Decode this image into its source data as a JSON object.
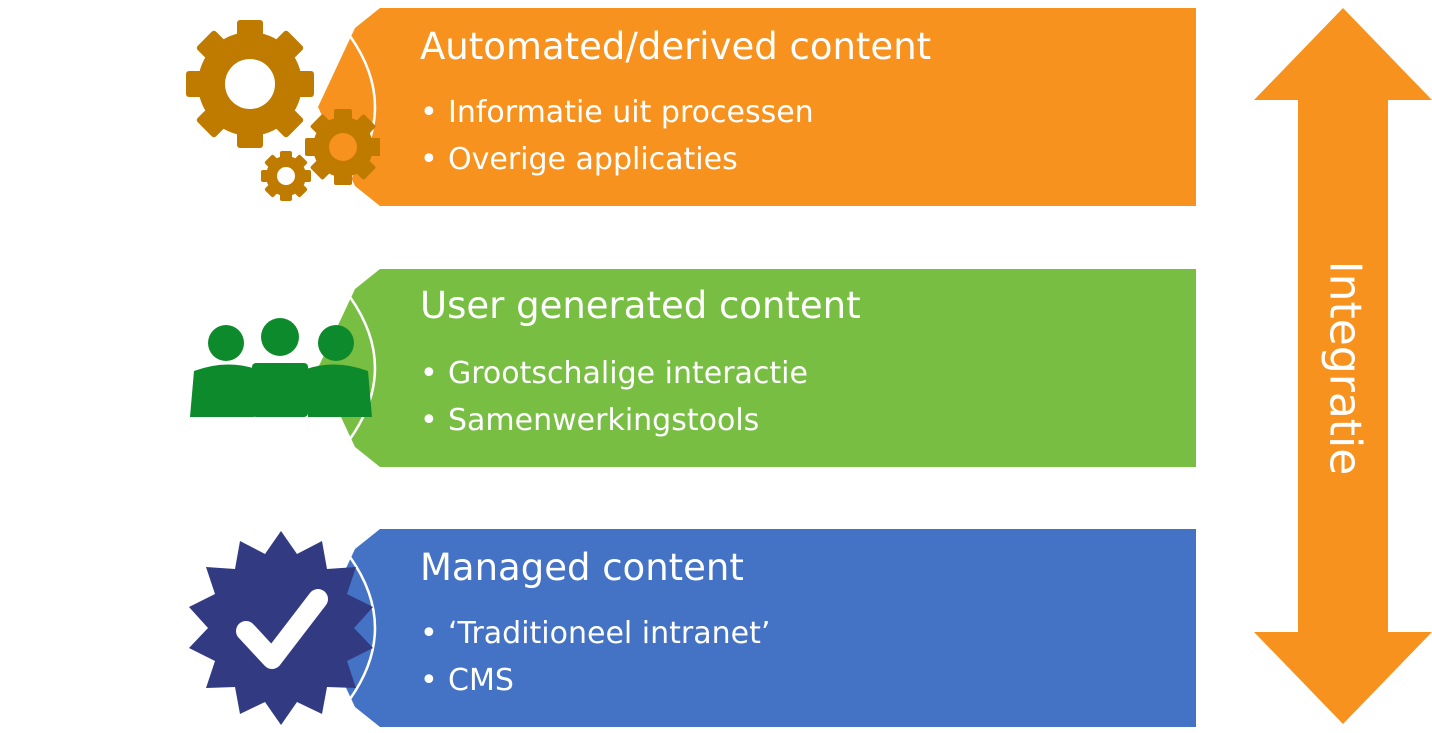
{
  "colors": {
    "automated": "#F7921E",
    "user": "#78BE43",
    "managed": "#4472C4",
    "gear": "#BE7B00",
    "people": "#0D8A2B",
    "badge": "#323A82",
    "arrow": "#F7921E"
  },
  "bands": [
    {
      "title": "Automated/derived content",
      "items": [
        "Informatie uit processen",
        "Overige applicaties"
      ],
      "icon": "gears-icon"
    },
    {
      "title": "User generated content",
      "items": [
        "Grootschalige interactie",
        "Samenwerkingstools"
      ],
      "icon": "people-icon"
    },
    {
      "title": "Managed content",
      "items": [
        "‘Traditioneel intranet’",
        "CMS"
      ],
      "icon": "check-badge-icon"
    }
  ],
  "arrow": {
    "label": "Integratie",
    "icon": "double-arrow-icon"
  }
}
